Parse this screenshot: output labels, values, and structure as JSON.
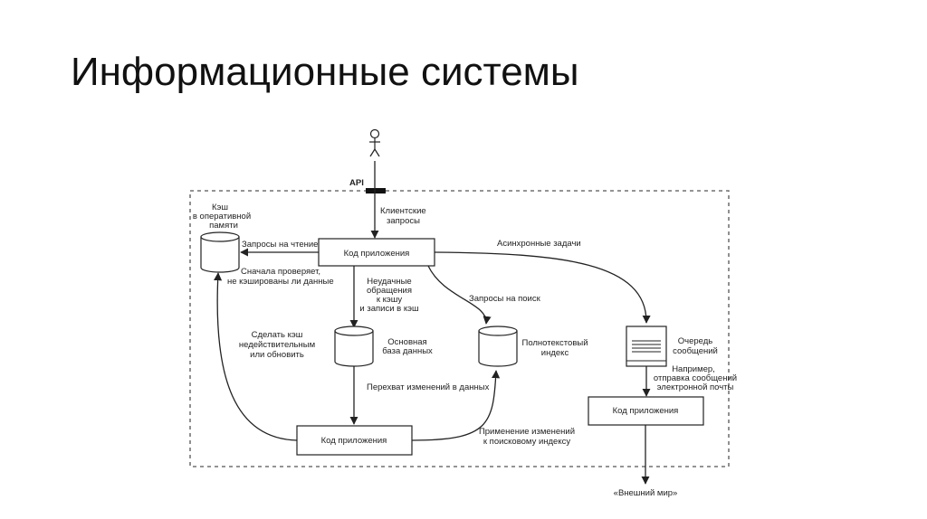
{
  "slide": {
    "title": "Информационные системы"
  },
  "diagram": {
    "actor_label": "",
    "api_label": "API",
    "nodes": {
      "app_code_top": "Код приложения",
      "app_code_bottom": "Код приложения",
      "app_code_right": "Код приложения",
      "cache": [
        "Кэш",
        "в оперативной",
        "памяти"
      ],
      "main_db": [
        "Основная",
        "база данных"
      ],
      "fulltext_index": [
        "Полнотекстовый",
        "индекс"
      ],
      "message_queue": [
        "Очередь",
        "сообщений"
      ],
      "external_world": "«Внешний мир»"
    },
    "edges": {
      "client_requests": [
        "Клиентские",
        "запросы"
      ],
      "read_requests": "Запросы на чтение",
      "check_cache": [
        "Сначала проверяет,",
        "не кэшированы ли данные"
      ],
      "cache_miss": [
        "Неудачные",
        "обращения",
        "к кэшу",
        "и записи в кэш"
      ],
      "search_requests": "Запросы на поиск",
      "async_tasks": "Асинхронные задачи",
      "invalidate_cache": [
        "Сделать кэш",
        "недействительным",
        "или обновить"
      ],
      "change_capture": "Перехват изменений в данных",
      "apply_changes": [
        "Применение изменений",
        "к поисковому индексу"
      ],
      "email_example": [
        "Например,",
        "отправка сообщений",
        "электронной почты"
      ]
    }
  }
}
